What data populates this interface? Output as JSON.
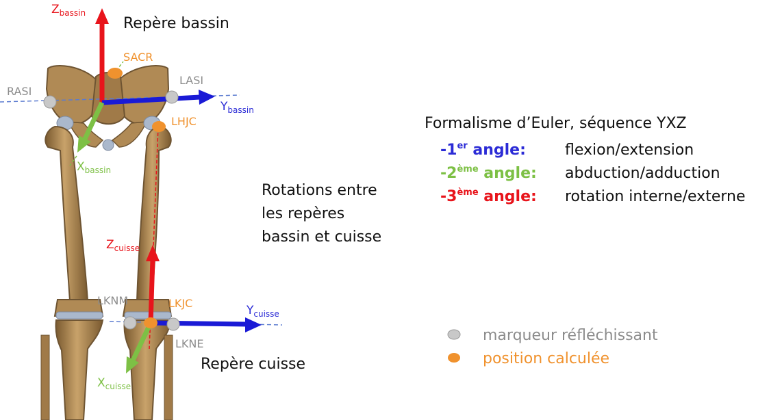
{
  "colors": {
    "bone": "#b08a55",
    "bone_dark": "#6e5432",
    "cartilage": "#aab8cc",
    "axis_red": "#e8141b",
    "axis_blue": "#1a1ad6",
    "axis_green": "#7dc045",
    "marker_grey": "#c8c8c8",
    "calc_orange": "#f0922e"
  },
  "titles": {
    "pelvis_frame": "Repère bassin",
    "thigh_frame": "Repère cuisse",
    "rotations": [
      "Rotations entre",
      "les repères",
      "bassin et cuisse"
    ]
  },
  "axes": {
    "z_bassin": {
      "main": "Z",
      "sub": "bassin"
    },
    "y_bassin": {
      "main": "Y",
      "sub": "bassin"
    },
    "x_bassin": {
      "main": "X",
      "sub": "bassin"
    },
    "z_cuisse": {
      "main": "Z",
      "sub": "cuisse"
    },
    "y_cuisse": {
      "main": "Y",
      "sub": "cuisse"
    },
    "x_cuisse": {
      "main": "X",
      "sub": "cuisse"
    }
  },
  "markers": {
    "rasi": "RASI",
    "lasi": "LASI",
    "sacr": "SACR",
    "lhjc": "LHJC",
    "lknm": "LKNM",
    "lkjc": "LKJC",
    "lkne": "LKNE"
  },
  "euler": {
    "heading": "Formalisme d’Euler, séquence YXZ",
    "rows": [
      {
        "prefix": "-1",
        "sup": "er",
        "key": " angle:",
        "value": "flexion/extension",
        "color": "#2b2bd6"
      },
      {
        "prefix": "-2",
        "sup": "ème",
        "key": " angle:",
        "value": "abduction/adduction",
        "color": "#7dc045"
      },
      {
        "prefix": "-3",
        "sup": "ème",
        "key": " angle:",
        "value": "rotation interne/externe",
        "color": "#e8141b"
      }
    ]
  },
  "legend": {
    "reflective": "marqueur réfléchissant",
    "computed": "position calculée"
  }
}
